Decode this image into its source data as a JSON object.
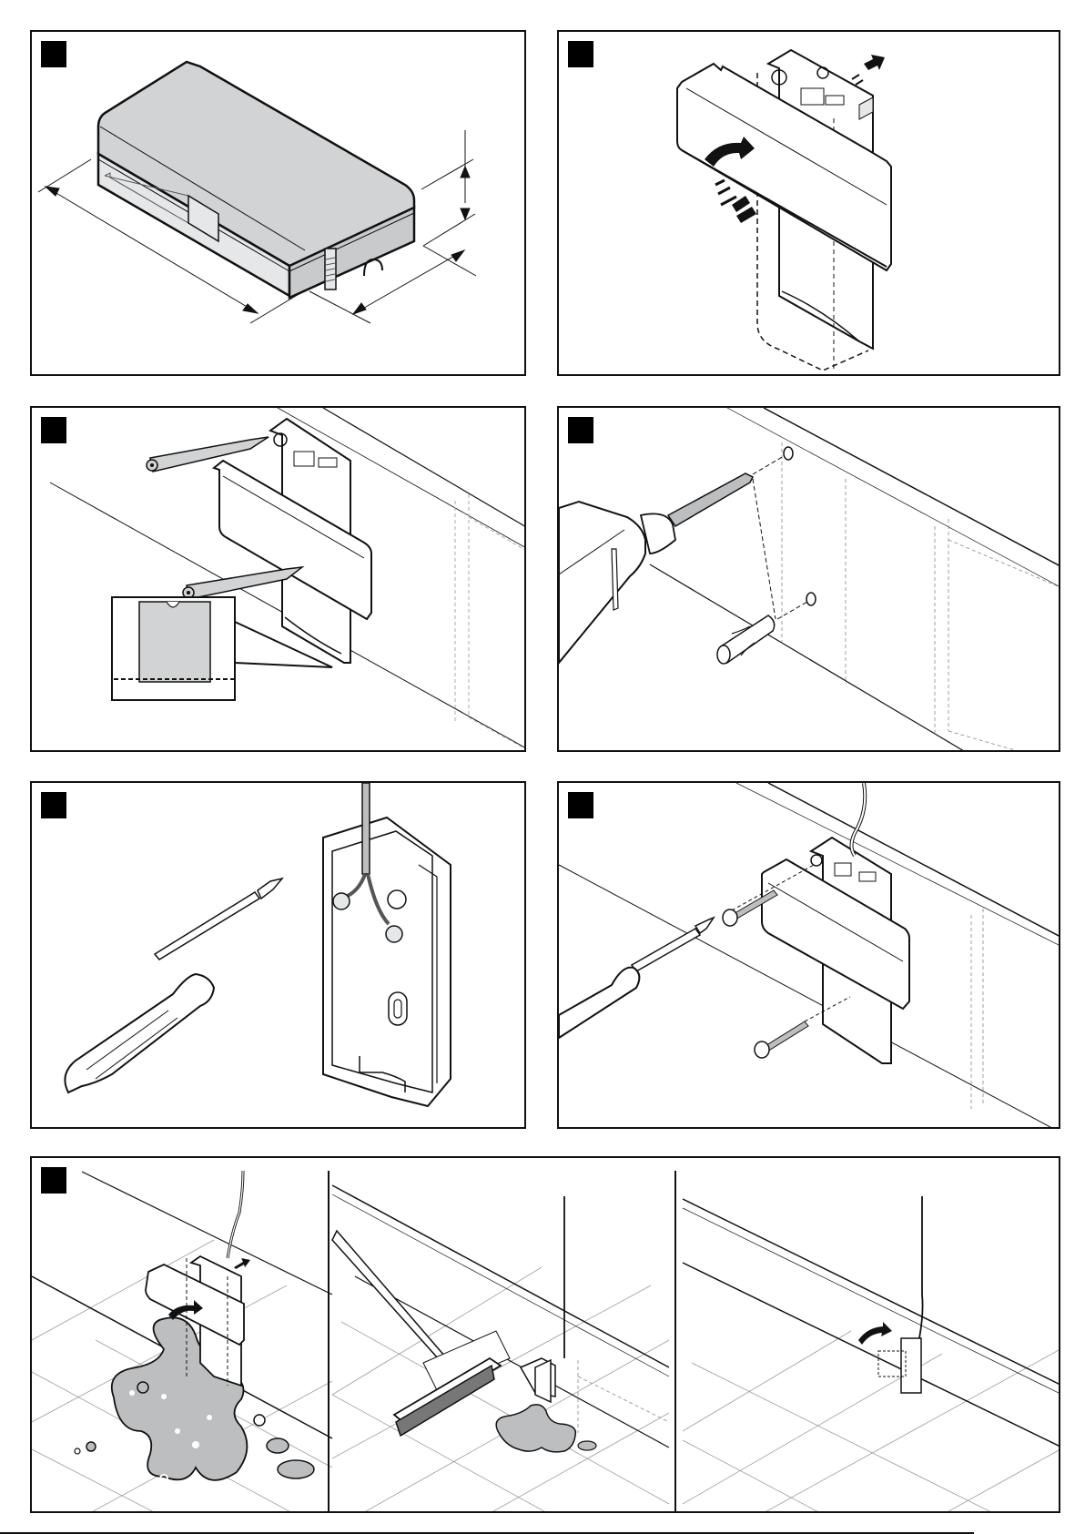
{
  "document": {
    "type": "installation-instructions-illustrations",
    "colors": {
      "line": "#111111",
      "fill_light": "#e6e7e8",
      "fill_mid": "#d1d3d4",
      "fill_dark": "#bcbec0",
      "water": "#bcbec0",
      "tile_grid": "#9c9c9c"
    },
    "steps": [
      {
        "marker": "",
        "depicts": "device-dimensions"
      },
      {
        "marker": "",
        "depicts": "remove-cover"
      },
      {
        "marker": "",
        "depicts": "mark-drill-holes"
      },
      {
        "marker": "",
        "depicts": "drill-and-insert-wall-plugs"
      },
      {
        "marker": "",
        "depicts": "connect-wires"
      },
      {
        "marker": "",
        "depicts": "screw-to-wall"
      },
      {
        "marker": "",
        "depicts": "leak-detection-cleanup-and-close"
      }
    ],
    "footer": {
      "page_number": ""
    }
  }
}
